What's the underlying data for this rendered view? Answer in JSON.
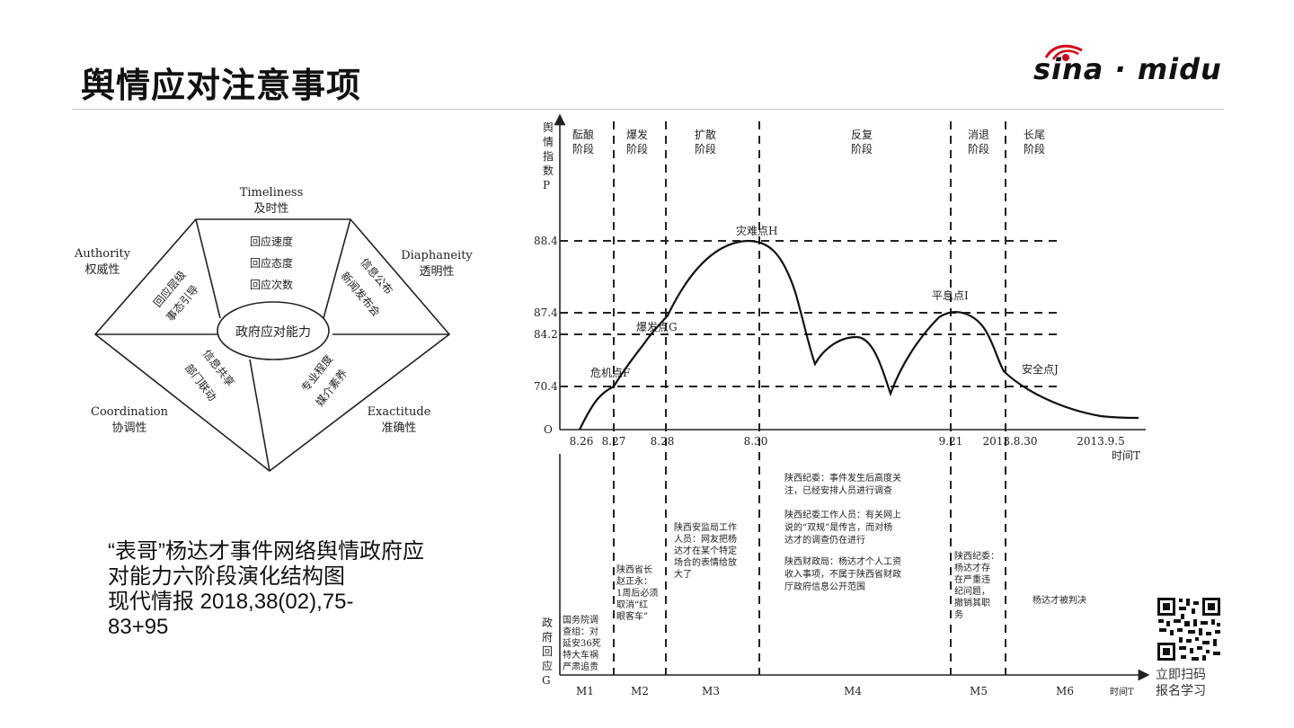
{
  "page": {
    "title": "舆情应对注意事项",
    "logo_text": "sina · midu"
  },
  "pentagon": {
    "center": "政府应对能力",
    "dims": [
      {
        "en": "Timeliness",
        "zh": "及时性",
        "items": [
          "回应速度",
          "回应态度",
          "回应次数"
        ]
      },
      {
        "en": "Authority",
        "zh": "权威性",
        "items": [
          "回应层级",
          "事态引导"
        ]
      },
      {
        "en": "Diaphaneity",
        "zh": "透明性",
        "items": [
          "信息公布",
          "新闻发布会"
        ]
      },
      {
        "en": "Coordination",
        "zh": "协调性",
        "items": [
          "信息共享",
          "部门联动"
        ]
      },
      {
        "en": "Exactitude",
        "zh": "准确性",
        "items": [
          "专业程度",
          "媒介素养"
        ]
      }
    ]
  },
  "caption": {
    "lines": [
      "“表哥”杨达才事件网络舆情政府应",
      "对能力六阶段演化结构图",
      "现代情报 2018,38(02),75-",
      "83+95"
    ]
  },
  "chart": {
    "y_axis_label": [
      "舆",
      "情",
      "指",
      "数",
      "P"
    ],
    "x_axis_label": "时间T",
    "bottom_axis_label": [
      "政",
      "府",
      "回",
      "应",
      "G"
    ],
    "bottom_x_label": "时间T",
    "origin": "O",
    "y_ticks": [
      "88.4",
      "87.4",
      "84.2",
      "70.4"
    ],
    "x_ticks": [
      "8.26",
      "8.27",
      "8.28",
      "8.30",
      "9.21",
      "2013.8.30",
      "2013.9.5"
    ],
    "stages": [
      [
        "酝酿",
        "阶段"
      ],
      [
        "爆发",
        "阶段"
      ],
      [
        "扩散",
        "阶段"
      ],
      [
        "反复",
        "阶段"
      ],
      [
        "消退",
        "阶段"
      ],
      [
        "长尾",
        "阶段"
      ]
    ],
    "points": [
      "危机点F",
      "爆发点G",
      "灾难点H",
      "平息点I",
      "安全点J"
    ],
    "m_labels": [
      "M1",
      "M2",
      "M3",
      "M4",
      "M5",
      "M6"
    ],
    "responses": {
      "m1": [
        "国务院调",
        "查组：对",
        "延安36死",
        "特大车祸",
        "严肃追责"
      ],
      "m2": [
        "陕西省长",
        "赵正永：",
        "1周后必须",
        "取消“红",
        "眼客车”"
      ],
      "m3": [
        "陕西安监局工作",
        "人员：网友把杨",
        "达才在某个特定",
        "场合的表情给放",
        "大了"
      ],
      "m4a": [
        "陕西纪委：事件发生后高度关",
        "注，已经安排人员进行调查"
      ],
      "m4b": [
        "陕西纪委工作人员：有关网上",
        "说的“双规”是传言，而对杨",
        "达才的调查仍在进行"
      ],
      "m4c": [
        "陕西财政局：杨达才个人工资",
        "收入事项，不属于陕西省财政",
        "厅政府信息公开范围"
      ],
      "m5": [
        "陕西纪委：",
        "杨达才存",
        "在严重违",
        "纪问题，",
        "撤销其职",
        "务"
      ],
      "m6": [
        "杨达才被判决"
      ]
    }
  },
  "qr": {
    "label_lines": [
      "立即扫码",
      "报名学习"
    ]
  }
}
